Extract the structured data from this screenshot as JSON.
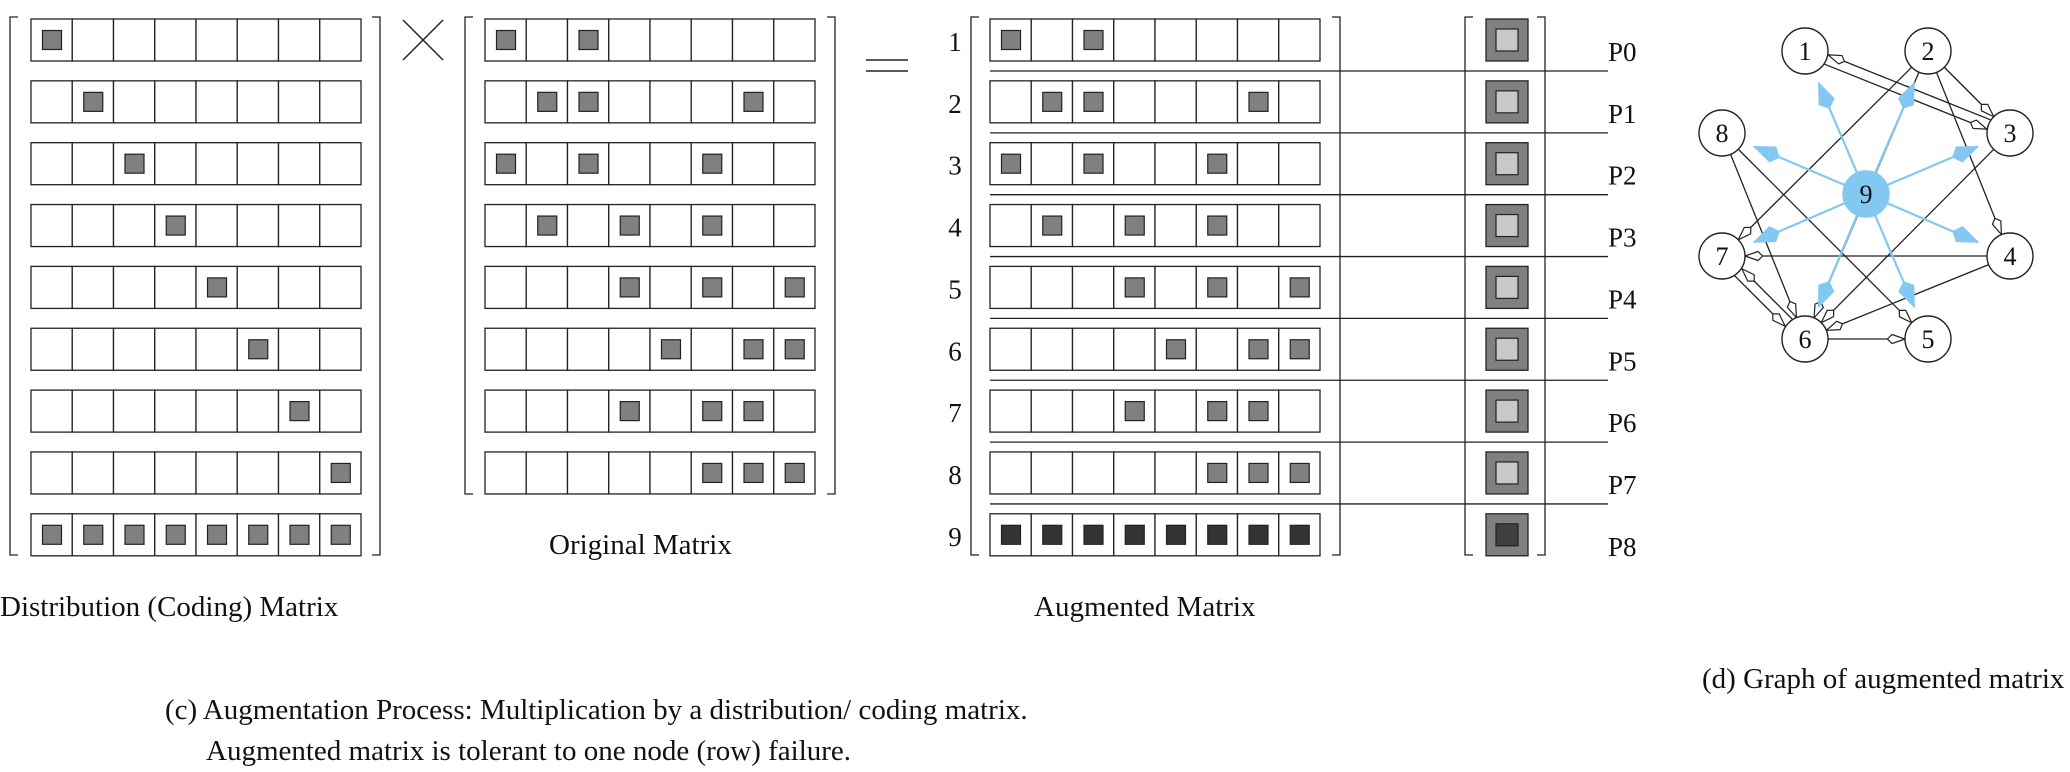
{
  "labels": {
    "distribution": "Distribution (Coding) Matrix",
    "original": "Original Matrix",
    "augmented": "Augmented Matrix",
    "caption_c_line1": "(c) Augmentation Process: Multiplication by a distribution/ coding matrix.",
    "caption_c_line2": "Augmented matrix is tolerant to one node (row) failure.",
    "caption_d": "(d) Graph of augmented matrix"
  },
  "row_numbers": [
    "1",
    "2",
    "3",
    "4",
    "5",
    "6",
    "7",
    "8",
    "9"
  ],
  "parity_labels": [
    "P0",
    "P1",
    "P2",
    "P3",
    "P4",
    "P5",
    "P6",
    "P7",
    "P8"
  ],
  "distribution_matrix": [
    [
      1,
      0,
      0,
      0,
      0,
      0,
      0,
      0
    ],
    [
      0,
      1,
      0,
      0,
      0,
      0,
      0,
      0
    ],
    [
      0,
      0,
      1,
      0,
      0,
      0,
      0,
      0
    ],
    [
      0,
      0,
      0,
      1,
      0,
      0,
      0,
      0
    ],
    [
      0,
      0,
      0,
      0,
      1,
      0,
      0,
      0
    ],
    [
      0,
      0,
      0,
      0,
      0,
      1,
      0,
      0
    ],
    [
      0,
      0,
      0,
      0,
      0,
      0,
      1,
      0
    ],
    [
      0,
      0,
      0,
      0,
      0,
      0,
      0,
      1
    ],
    [
      1,
      1,
      1,
      1,
      1,
      1,
      1,
      1
    ]
  ],
  "original_matrix": [
    [
      1,
      0,
      1,
      0,
      0,
      0,
      0,
      0
    ],
    [
      0,
      1,
      1,
      0,
      0,
      0,
      1,
      0
    ],
    [
      1,
      0,
      1,
      0,
      0,
      1,
      0,
      0
    ],
    [
      0,
      1,
      0,
      1,
      0,
      1,
      0,
      0
    ],
    [
      0,
      0,
      0,
      1,
      0,
      1,
      0,
      1
    ],
    [
      0,
      0,
      0,
      0,
      1,
      0,
      1,
      1
    ],
    [
      0,
      0,
      0,
      1,
      0,
      1,
      1,
      0
    ],
    [
      0,
      0,
      0,
      0,
      0,
      1,
      1,
      1
    ]
  ],
  "augmented_matrix": [
    [
      1,
      0,
      1,
      0,
      0,
      0,
      0,
      0
    ],
    [
      0,
      1,
      1,
      0,
      0,
      0,
      1,
      0
    ],
    [
      1,
      0,
      1,
      0,
      0,
      1,
      0,
      0
    ],
    [
      0,
      1,
      0,
      1,
      0,
      1,
      0,
      0
    ],
    [
      0,
      0,
      0,
      1,
      0,
      1,
      0,
      1
    ],
    [
      0,
      0,
      0,
      0,
      1,
      0,
      1,
      1
    ],
    [
      0,
      0,
      0,
      1,
      0,
      1,
      1,
      0
    ],
    [
      0,
      0,
      0,
      0,
      0,
      1,
      1,
      1
    ],
    [
      2,
      2,
      2,
      2,
      2,
      2,
      2,
      2
    ]
  ],
  "colors": {
    "cell_fill": "#808080",
    "dark_fill": "#333333",
    "parity_outer": "#808080",
    "parity_inner": "#c8c8c8",
    "parity_inner_dark": "#404040",
    "hub": "#82c8f0",
    "line": "#222222"
  },
  "graph": {
    "nodes": [
      "1",
      "2",
      "3",
      "4",
      "5",
      "6",
      "7",
      "8",
      "9"
    ],
    "hub": "9",
    "edges": [
      [
        "1",
        "3"
      ],
      [
        "3",
        "1"
      ],
      [
        "2",
        "3"
      ],
      [
        "2",
        "7"
      ],
      [
        "2",
        "6"
      ],
      [
        "2",
        "4"
      ],
      [
        "8",
        "6"
      ],
      [
        "8",
        "5"
      ],
      [
        "3",
        "6"
      ],
      [
        "4",
        "7"
      ],
      [
        "4",
        "6"
      ],
      [
        "6",
        "5"
      ],
      [
        "7",
        "6"
      ],
      [
        "6",
        "7"
      ]
    ],
    "hub_edges": [
      "1",
      "2",
      "3",
      "4",
      "5",
      "6",
      "7",
      "8"
    ]
  }
}
